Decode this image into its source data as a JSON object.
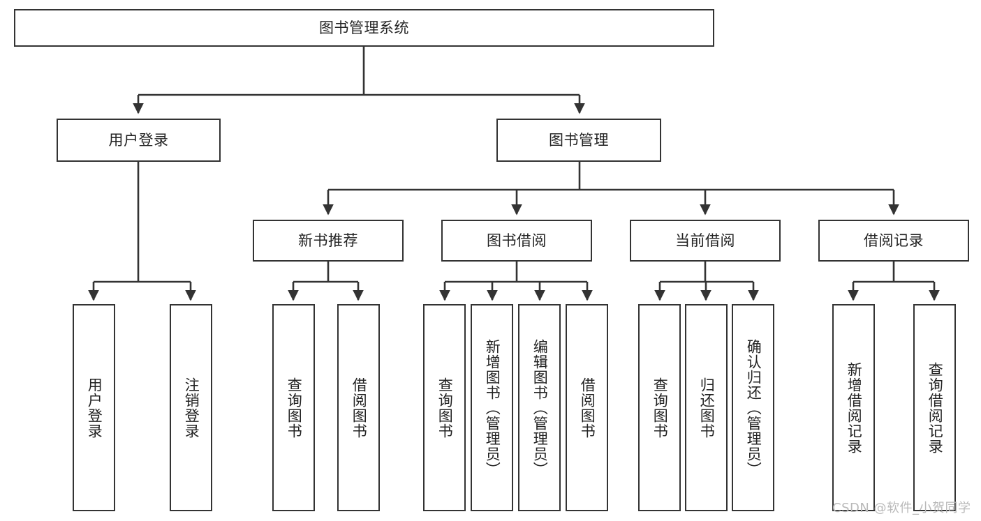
{
  "diagram": {
    "title": "图书管理系统",
    "type": "tree-hierarchy",
    "root": {
      "label": "图书管理系统"
    },
    "level2": [
      {
        "label": "用户登录"
      },
      {
        "label": "图书管理"
      }
    ],
    "level3": [
      {
        "label": "新书推荐"
      },
      {
        "label": "图书借阅"
      },
      {
        "label": "当前借阅"
      },
      {
        "label": "借阅记录"
      }
    ],
    "leaves": {
      "user_login": [
        {
          "label": "用户登录"
        },
        {
          "label": "注销登录"
        }
      ],
      "new_book_recommend": [
        {
          "label": "查询图书"
        },
        {
          "label": "借阅图书"
        }
      ],
      "book_borrow": [
        {
          "label": "查询图书"
        },
        {
          "label": "新增图书（管理员）"
        },
        {
          "label": "编辑图书（管理员）"
        },
        {
          "label": "借阅图书"
        }
      ],
      "current_borrow": [
        {
          "label": "查询图书"
        },
        {
          "label": "归还图书"
        },
        {
          "label": "确认归还（管理员）"
        }
      ],
      "borrow_record": [
        {
          "label": "新增借阅记录"
        },
        {
          "label": "查询借阅记录"
        }
      ]
    }
  },
  "watermark": {
    "text": "CSDN @软件_小贺同学"
  },
  "colors": {
    "border": "#333333",
    "text": "#222222",
    "background": "#ffffff",
    "watermark": "#b9b9b9"
  }
}
